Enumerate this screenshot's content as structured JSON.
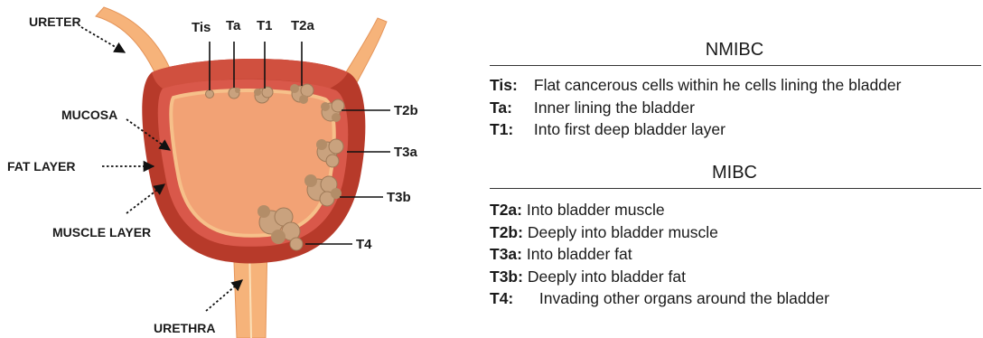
{
  "anatomy_labels": {
    "ureter": "URETER",
    "mucosa": "MUCOSA",
    "fat_layer": "FAT LAYER",
    "muscle_layer": "MUSCLE LAYER",
    "urethra": "URETHRA"
  },
  "stage_labels": {
    "tis": "Tis",
    "ta": "Ta",
    "t1": "T1",
    "t2a": "T2a",
    "t2b": "T2b",
    "t3a": "T3a",
    "t3b": "T3b",
    "t4": "T4"
  },
  "legend": {
    "nmibc": {
      "title": "NMIBC",
      "items": [
        {
          "code": "Tis:",
          "text": "Flat cancerous cells within he cells lining the bladder"
        },
        {
          "code": "Ta:",
          "text": "Inner lining the bladder"
        },
        {
          "code": "T1:",
          "text": "Into first deep bladder layer"
        }
      ]
    },
    "mibc": {
      "title": "MIBC",
      "items": [
        {
          "code": "T2a:",
          "text": "Into bladder muscle"
        },
        {
          "code": "T2b:",
          "text": "Deeply into bladder muscle"
        },
        {
          "code": "T3a:",
          "text": "Into bladder fat"
        },
        {
          "code": "T3b:",
          "text": "Deeply into bladder fat"
        },
        {
          "code": "T4:",
          "text": "Invading other organs around the bladder"
        }
      ]
    }
  },
  "colors": {
    "outer_wall": "#b73a2a",
    "muscle_wall": "#d9584a",
    "mucosa_line": "#f6c08a",
    "lumen": "#f2a275",
    "tumor": "#c9a27e",
    "tumor_dark": "#9f7a58"
  }
}
